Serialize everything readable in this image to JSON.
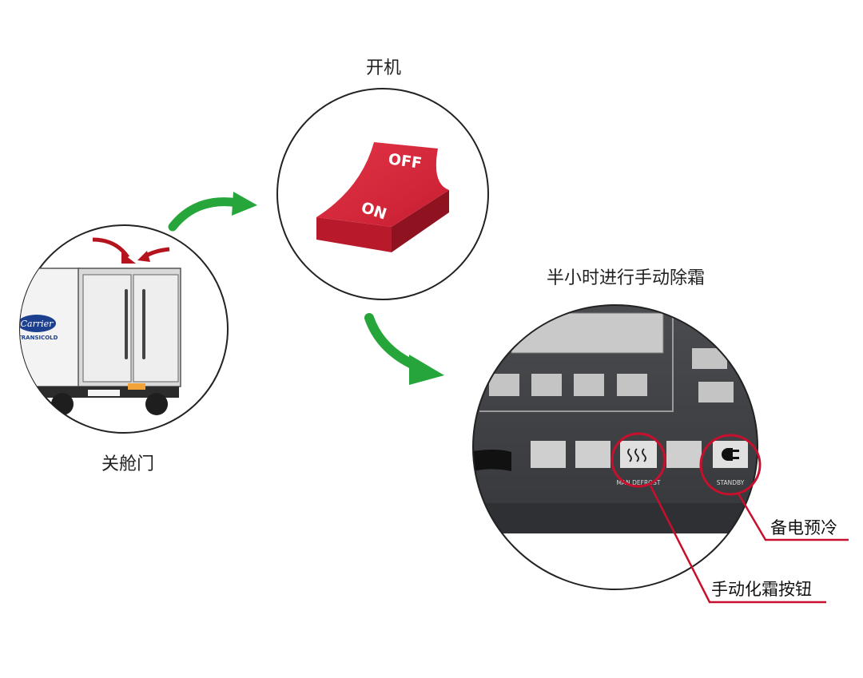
{
  "steps": [
    {
      "label": "关舱门"
    },
    {
      "label": "开机"
    },
    {
      "label": "半小时进行手动除霜"
    }
  ],
  "truck": {
    "brand_lines": [
      "Carrier",
      "TRANSICOLD"
    ]
  },
  "switch": {
    "off_text": "OFF",
    "on_text": "ON"
  },
  "panel": {
    "defrost_button_caption": "MAN.DEFROST",
    "standby_button_caption": "STANDBY"
  },
  "callouts": {
    "standby": "备电预冷",
    "defrost": "手动化霜按钮"
  },
  "colors": {
    "arrow_green": "#26a63a",
    "highlight_red": "#c8102e",
    "switch_red": "#d8283a",
    "door_arrow_red": "#b5141f",
    "panel_dark": "#3d3f42"
  }
}
